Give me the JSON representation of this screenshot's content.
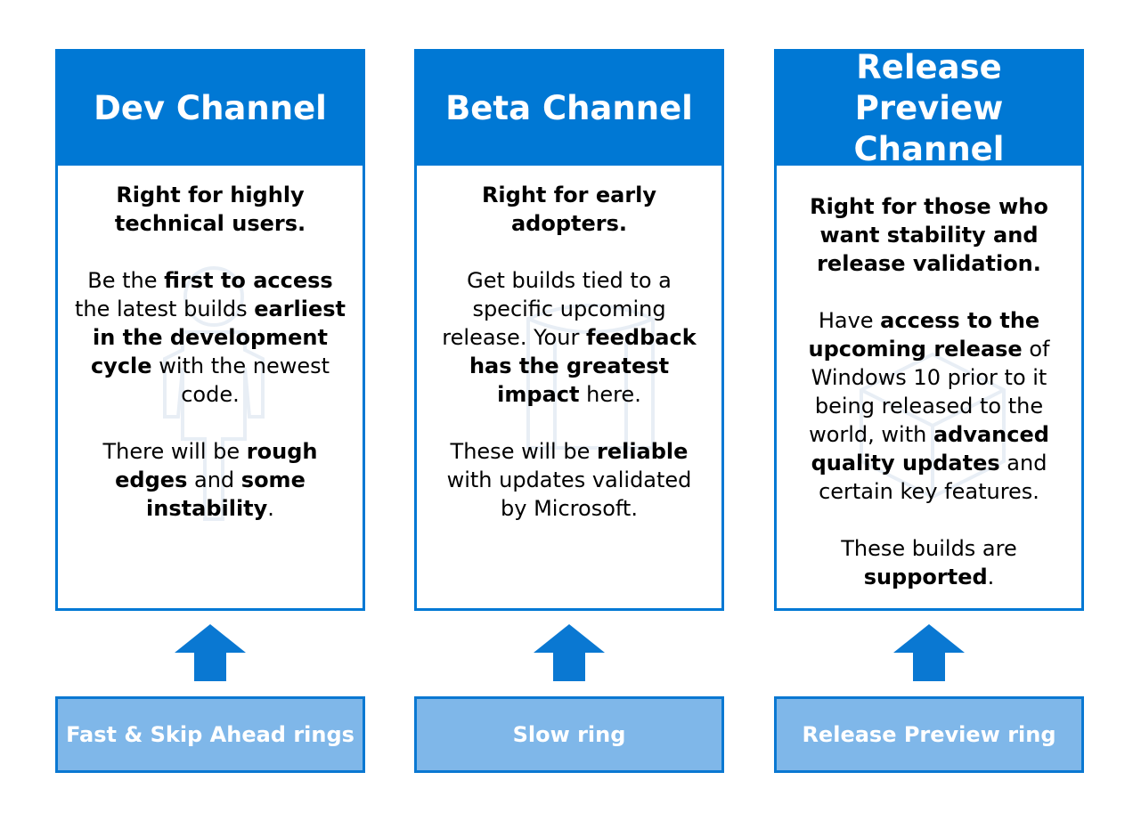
{
  "columns": [
    {
      "title_line1": "Dev Channel",
      "title_line2": "",
      "lead": "Right for highly technical users.",
      "p2": [
        {
          "t": "Be the ",
          "b": false
        },
        {
          "t": "first to access",
          "b": true
        },
        {
          "t": " the latest builds ",
          "b": false
        },
        {
          "t": "earliest in the development cycle",
          "b": true
        },
        {
          "t": " with the newest code.",
          "b": false
        }
      ],
      "p3": [
        {
          "t": "There will be ",
          "b": false
        },
        {
          "t": "rough edges",
          "b": true
        },
        {
          "t": " and ",
          "b": false
        },
        {
          "t": "some instability",
          "b": true
        },
        {
          "t": ".",
          "b": false
        }
      ],
      "p4": [],
      "ring": "Fast & Skip Ahead rings",
      "icon": "person-icon"
    },
    {
      "title_line1": "Beta Channel",
      "title_line2": "",
      "lead": "Right for early adopters.",
      "p2": [
        {
          "t": "Get builds tied to a specific upcoming release. Your ",
          "b": false
        },
        {
          "t": "feedback has the greatest impact",
          "b": true
        },
        {
          "t": " here.",
          "b": false
        }
      ],
      "p3": [
        {
          "t": "These will be ",
          "b": false
        },
        {
          "t": "reliable",
          "b": true
        },
        {
          "t": " with updates validated by Microsoft.",
          "b": false
        }
      ],
      "p4": [],
      "ring": "Slow ring",
      "icon": "cylinder-icon"
    },
    {
      "title_line1": "Release Preview",
      "title_line2": "Channel",
      "lead": "Right for those who want stability and release validation.",
      "p2": [
        {
          "t": "Have ",
          "b": false
        },
        {
          "t": "access to the upcoming release",
          "b": true
        },
        {
          "t": " of Windows 10 prior to it being released to the world, with ",
          "b": false
        },
        {
          "t": "advanced quality updates",
          "b": true
        },
        {
          "t": " and certain key features.",
          "b": false
        }
      ],
      "p3": [
        {
          "t": "These builds are ",
          "b": false
        },
        {
          "t": "supported",
          "b": true
        },
        {
          "t": ".",
          "b": false
        }
      ],
      "p4": [],
      "ring": "Release Preview ring",
      "icon": "cube-icon"
    }
  ],
  "colors": {
    "primary": "#0078d4",
    "ring_fill": "#7fb7e9",
    "arrow": "#0a78d2"
  }
}
